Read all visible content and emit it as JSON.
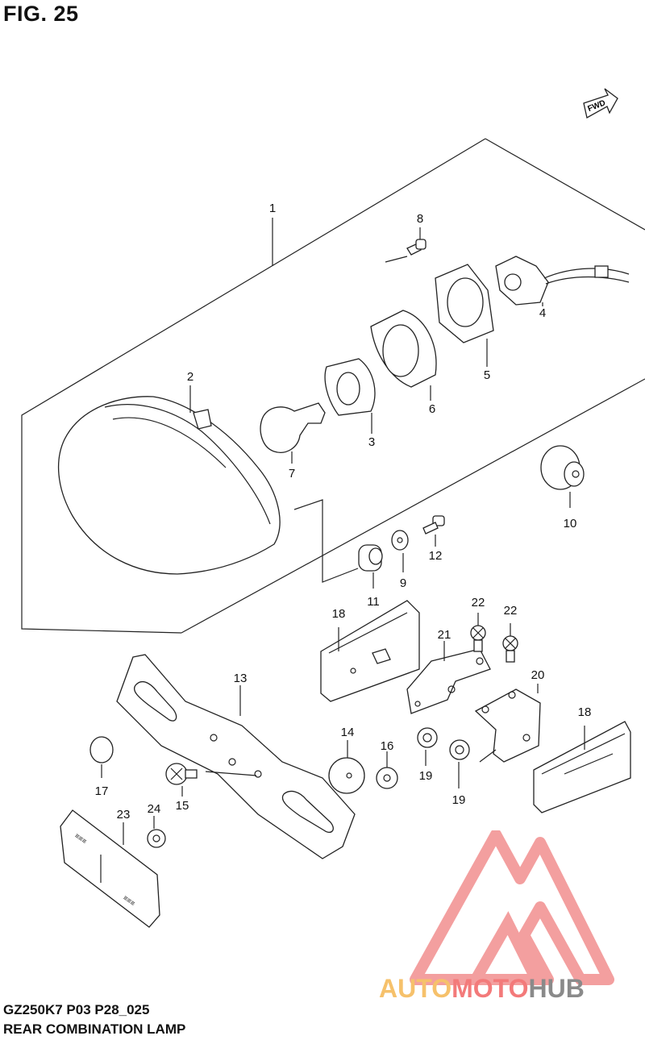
{
  "figure": {
    "title": "FIG. 25",
    "fwd_label": "FWD"
  },
  "footer": {
    "code": "GZ250K7 P03 P28_025",
    "name": "REAR COMBINATION LAMP"
  },
  "logo": {
    "part1": "AUTO",
    "part2": "MOTO",
    "part3": "HUB",
    "colors": {
      "auto": "#f6c16b",
      "moto": "#f37a7a",
      "hub": "#8a8a8a",
      "triangle": "#f08080"
    }
  },
  "callouts": {
    "c1": "1",
    "c2": "2",
    "c3": "3",
    "c4": "4",
    "c5": "5",
    "c6": "6",
    "c7": "7",
    "c8": "8",
    "c9": "9",
    "c10": "10",
    "c11": "11",
    "c12": "12",
    "c13": "13",
    "c14": "14",
    "c15": "15",
    "c16": "16",
    "c17": "17",
    "c18a": "18",
    "c18b": "18",
    "c19a": "19",
    "c19b": "19",
    "c20": "20",
    "c21": "21",
    "c22a": "22",
    "c22b": "22",
    "c23": "23",
    "c24": "24"
  }
}
